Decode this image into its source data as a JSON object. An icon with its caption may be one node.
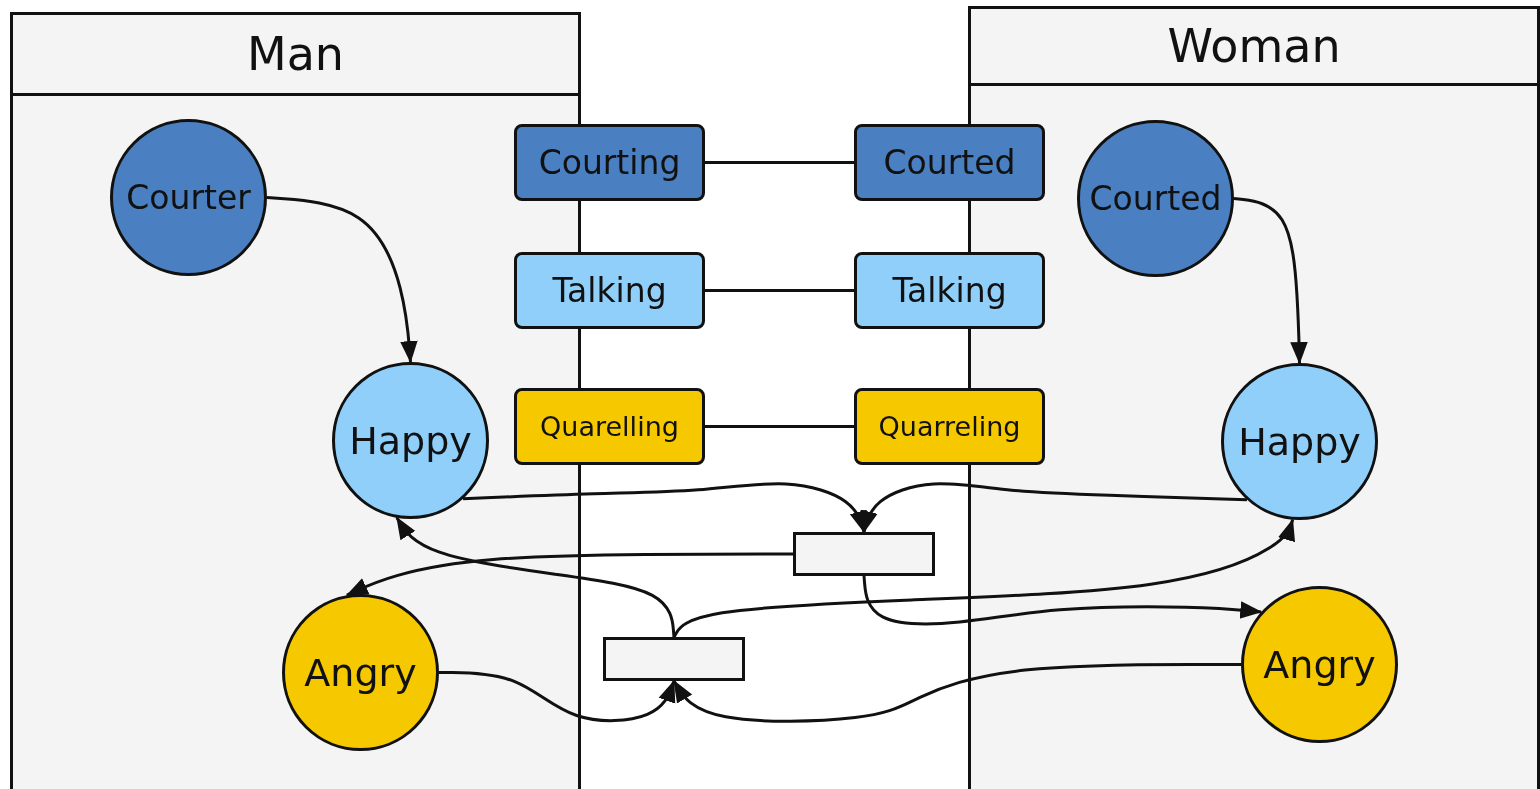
{
  "diagram": {
    "nodes": [
      {
        "text": [
          "Man"
        ]
      },
      {
        "text": [
          "Woman"
        ]
      },
      {
        "text": [
          "Courter"
        ],
        "in": 0
      },
      {
        "text": [
          "Happy"
        ],
        "in": 0
      },
      {
        "text": [
          "Angry"
        ],
        "in": 0
      },
      {
        "text": [
          "Courted"
        ],
        "in": 1
      },
      {
        "text": [
          "Happy"
        ],
        "in": 1
      },
      {
        "text": [
          "Angry"
        ],
        "in": 1
      },
      {
        "text": [
          "Courting"
        ]
      },
      {
        "text": [
          "Talking"
        ]
      },
      {
        "text": [
          "Quarelling"
        ]
      },
      {
        "text": [
          "Courted"
        ]
      },
      {
        "text": [
          "Talking"
        ]
      },
      {
        "text": [
          "Quarreling"
        ]
      },
      {
        "text": [],
        "shape": "box"
      },
      {
        "text": [],
        "shape": "box"
      }
    ],
    "edges": [
      {
        "from": 2,
        "to": 3,
        "arrow": "to"
      },
      {
        "from": 5,
        "to": 6,
        "arrow": "to"
      },
      {
        "from": 8,
        "to": 11,
        "arrow": "none"
      },
      {
        "from": 9,
        "to": 12,
        "arrow": "none"
      },
      {
        "from": 10,
        "to": 13,
        "arrow": "none"
      },
      {
        "from": 3,
        "to": 14,
        "arrow": "to"
      },
      {
        "from": 6,
        "to": 14,
        "arrow": "to"
      },
      {
        "from": 14,
        "to": 4,
        "arrow": "to"
      },
      {
        "from": 14,
        "to": 7,
        "arrow": "to"
      },
      {
        "from": 4,
        "to": 15,
        "arrow": "to"
      },
      {
        "from": 7,
        "to": 15,
        "arrow": "to"
      },
      {
        "from": 15,
        "to": 3,
        "arrow": "to"
      },
      {
        "from": 15,
        "to": 6,
        "arrow": "to"
      }
    ]
  }
}
